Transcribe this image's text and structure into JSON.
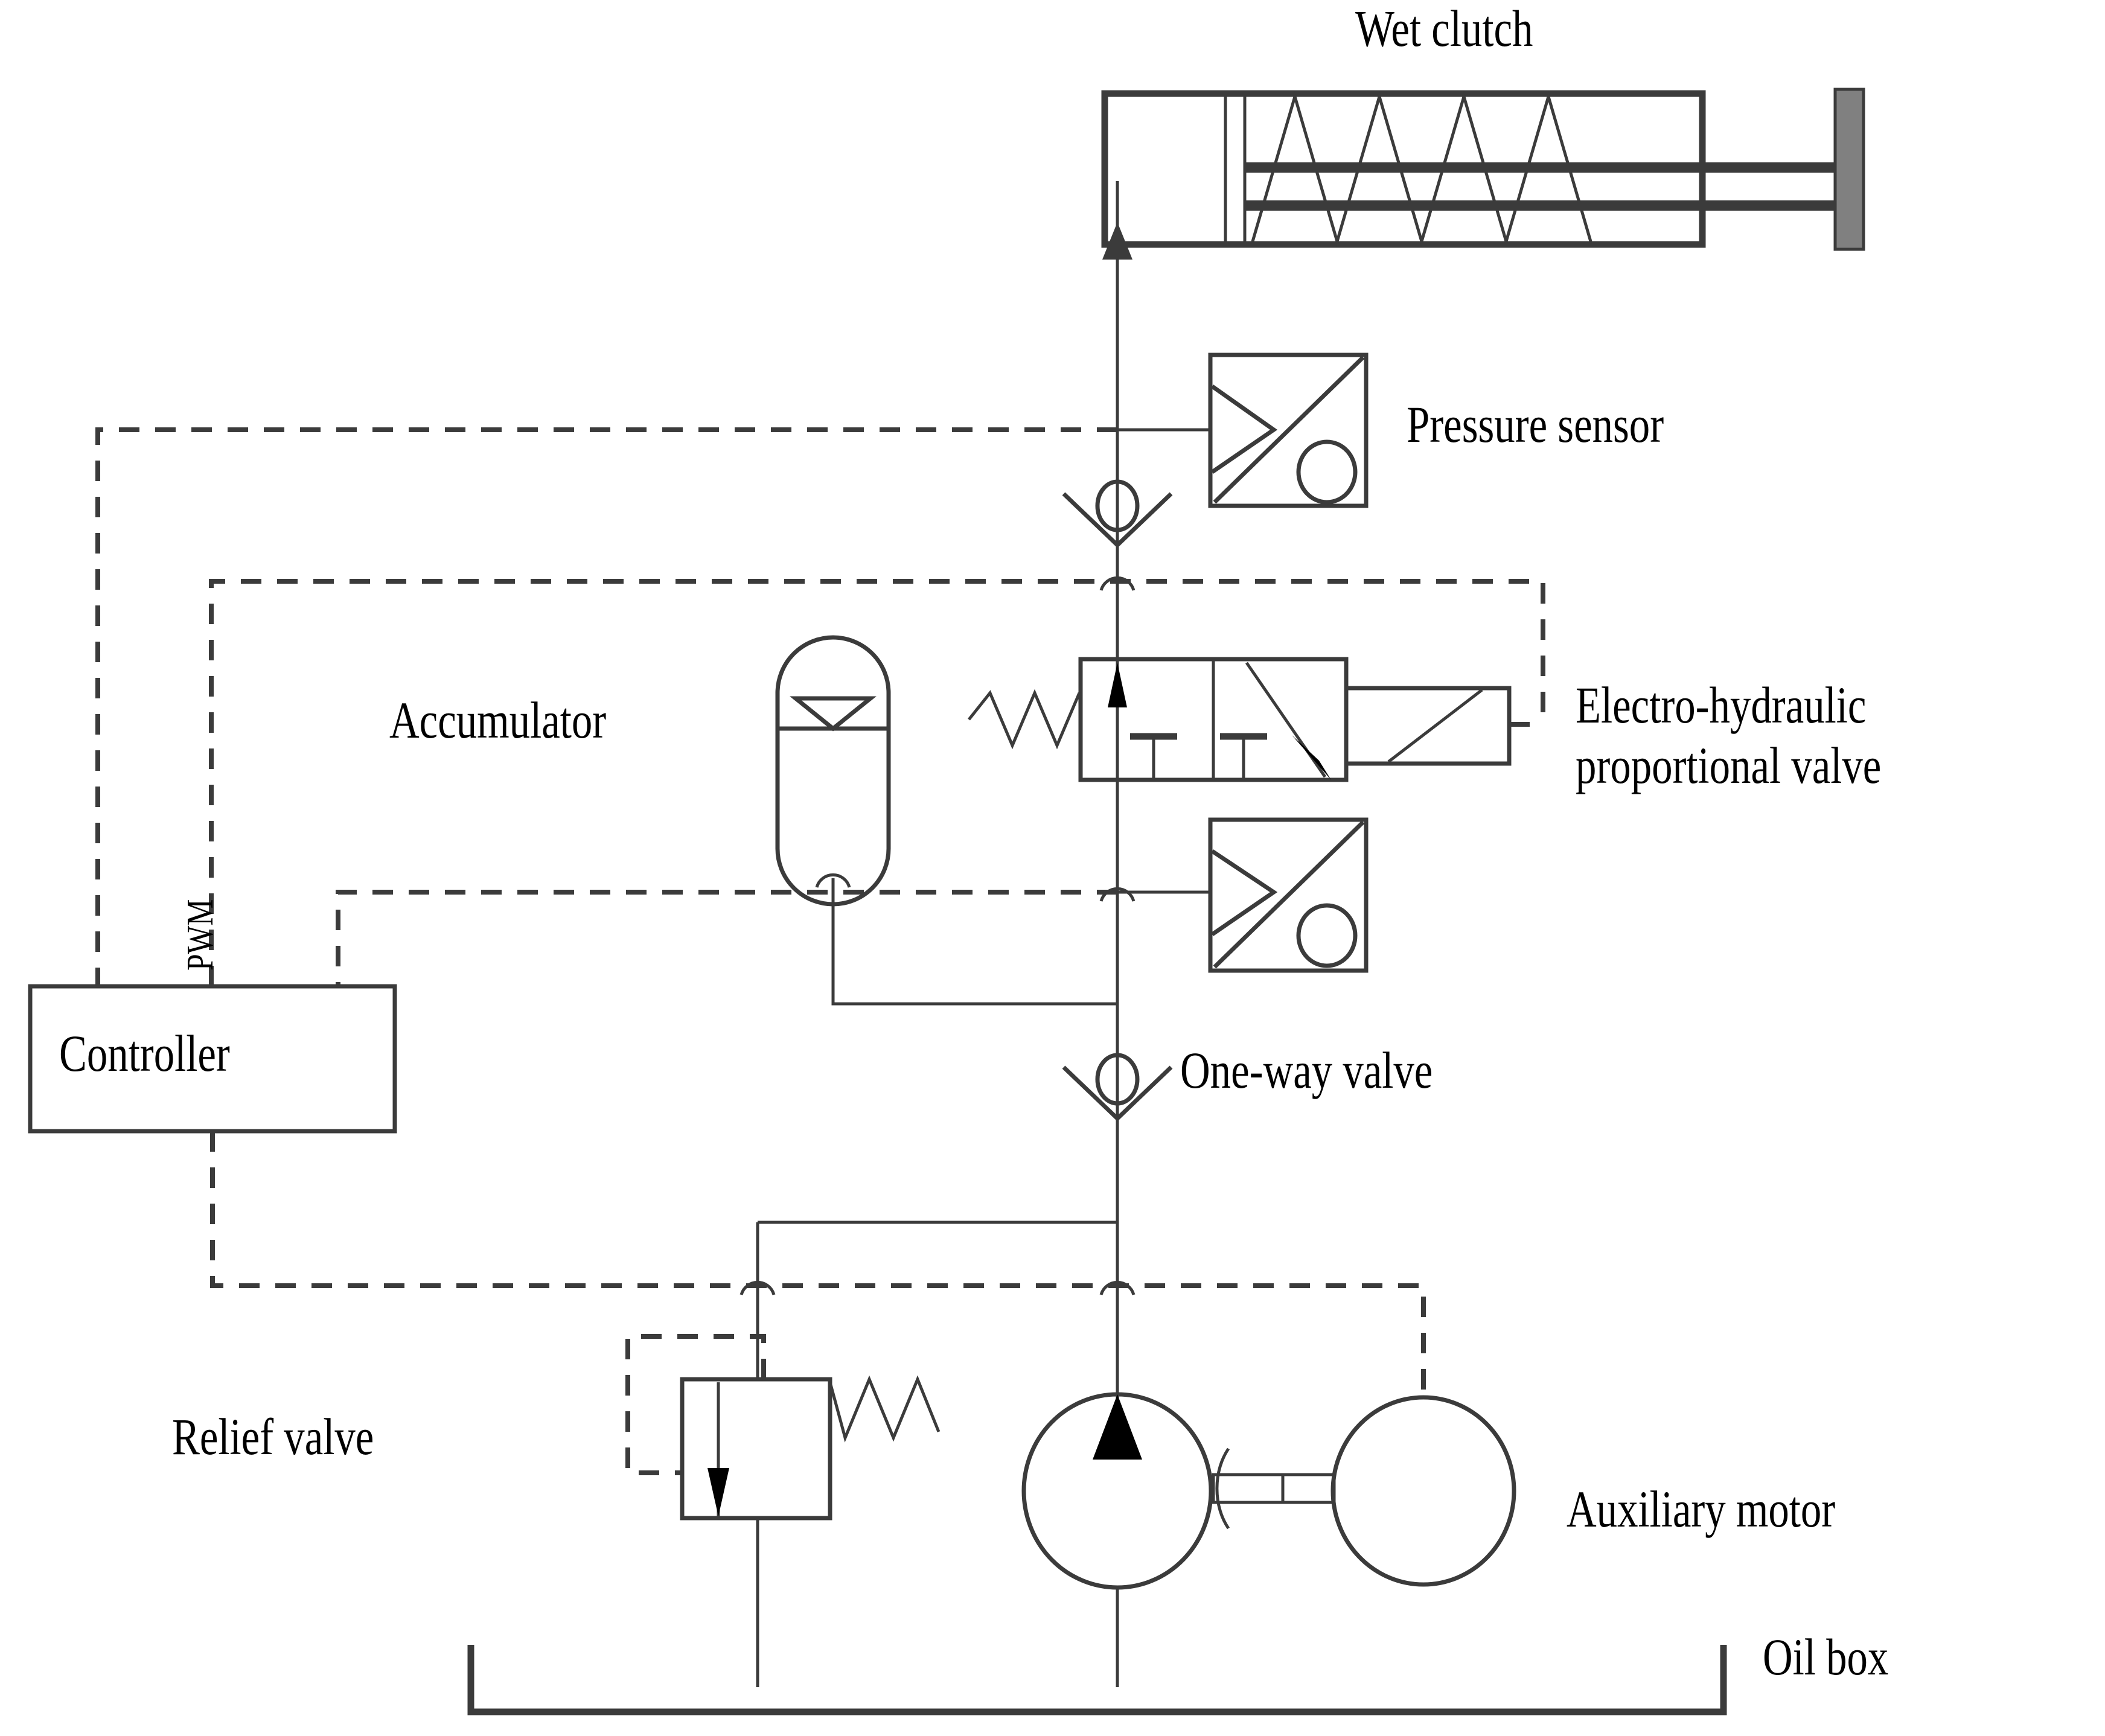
{
  "diagram": {
    "title": "Hydraulic control schematic of a wet clutch actuation system",
    "stroke_color": "#3b3b3b",
    "accent_fill": "#000000",
    "rod_fill": "#808080",
    "background": "#ffffff"
  },
  "labels": {
    "wet_clutch": "Wet clutch",
    "pressure_sensor": "Pressure sensor",
    "accumulator": "Accumulator",
    "electro_hydraulic_valve_line1": "Electro-hydraulic",
    "electro_hydraulic_valve_line2": "proportional valve",
    "pwm": "PWM",
    "controller": "Controller",
    "one_way_valve": "One-way valve",
    "relief_valve": "Relief valve",
    "auxiliary_motor": "Auxiliary motor",
    "oil_box": "Oil box"
  },
  "components": [
    {
      "id": "wet-clutch",
      "name": "Wet clutch",
      "symbol": "hydraulic-cylinder-with-spring"
    },
    {
      "id": "pressure-sensor-1",
      "name": "Pressure sensor",
      "symbol": "pressure-transducer"
    },
    {
      "id": "one-way-valve-top",
      "name": "One-way valve",
      "symbol": "check-valve"
    },
    {
      "id": "accumulator",
      "name": "Accumulator",
      "symbol": "bladder-accumulator"
    },
    {
      "id": "eh-prop-valve",
      "name": "Electro-hydraulic proportional valve",
      "symbol": "2-position-proportional-directional-valve"
    },
    {
      "id": "pressure-sensor-2",
      "name": "Pressure sensor",
      "symbol": "pressure-transducer"
    },
    {
      "id": "one-way-valve-low",
      "name": "One-way valve",
      "symbol": "check-valve"
    },
    {
      "id": "controller",
      "name": "Controller",
      "symbol": "control-block"
    },
    {
      "id": "relief-valve",
      "name": "Relief valve",
      "symbol": "pressure-relief-valve"
    },
    {
      "id": "pump",
      "name": "Hydraulic pump",
      "symbol": "fixed-displacement-pump"
    },
    {
      "id": "auxiliary-motor",
      "name": "Auxiliary motor",
      "symbol": "electric-motor"
    },
    {
      "id": "oil-box",
      "name": "Oil box",
      "symbol": "reservoir"
    }
  ],
  "signal_lines": [
    {
      "from": "pressure-sensor-1",
      "to": "controller",
      "style": "dashed",
      "label": ""
    },
    {
      "from": "controller",
      "to": "eh-prop-valve",
      "style": "dashed",
      "label": "PWM"
    },
    {
      "from": "pressure-sensor-2",
      "to": "controller",
      "style": "dashed",
      "label": ""
    },
    {
      "from": "controller",
      "to": "auxiliary-motor",
      "style": "dashed",
      "label": ""
    },
    {
      "from": "relief-valve",
      "to": "relief-valve",
      "style": "dashed",
      "label": "pilot"
    }
  ]
}
